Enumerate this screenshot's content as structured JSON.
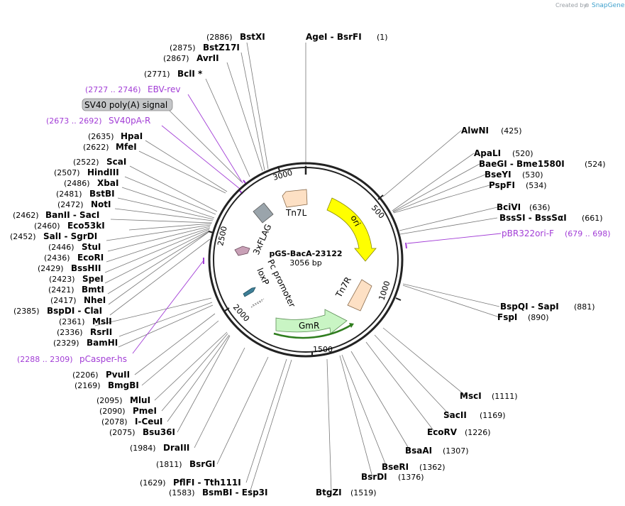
{
  "branding": {
    "created_by": "Created by",
    "app_name": "SnapGene"
  },
  "plasmid": {
    "name": "pGS-BacA-23122",
    "size": "3056 bp"
  },
  "scale_ticks": [
    "500",
    "1000",
    "1500",
    "2000",
    "2500",
    "3000"
  ],
  "features": [
    {
      "label": "Tn7L"
    },
    {
      "label": "ori"
    },
    {
      "label": "Tn7R"
    },
    {
      "label": "GmR"
    },
    {
      "label": "3xFLAG"
    },
    {
      "label": "Pc promoter"
    },
    {
      "label": "loxP"
    }
  ],
  "feature_box_label": "SV40 poly(A) signal",
  "primers": [
    {
      "pos": "(2727 .. 2746)",
      "name": "EBV-rev"
    },
    {
      "pos": "(2673 .. 2692)",
      "name": "SV40pA-R"
    },
    {
      "pos": "(679 .. 698)",
      "name": "pBR322ori-F"
    },
    {
      "pos": "(2288 .. 2309)",
      "name": "pCasper-hs"
    }
  ],
  "sites": [
    {
      "pos": "(2886)",
      "name": "BstXI"
    },
    {
      "pos": "(2875)",
      "name": "BstZ17I"
    },
    {
      "pos": "(2867)",
      "name": "AvrII"
    },
    {
      "pos": "(2771)",
      "name": "BclI *"
    },
    {
      "pos": "(2635)",
      "name": "HpaI"
    },
    {
      "pos": "(2622)",
      "name": "MfeI"
    },
    {
      "pos": "(2522)",
      "name": "ScaI"
    },
    {
      "pos": "(2507)",
      "name": "HindIII"
    },
    {
      "pos": "(2486)",
      "name": "XbaI"
    },
    {
      "pos": "(2481)",
      "name": "BstBI"
    },
    {
      "pos": "(2472)",
      "name": "NotI"
    },
    {
      "pos": "(2462)",
      "name": "BanII  -  SacI"
    },
    {
      "pos": "(2460)",
      "name": "Eco53kI"
    },
    {
      "pos": "(2452)",
      "name": "SalI  -  SgrDI"
    },
    {
      "pos": "(2446)",
      "name": "StuI"
    },
    {
      "pos": "(2436)",
      "name": "EcoRI"
    },
    {
      "pos": "(2429)",
      "name": "BssHII"
    },
    {
      "pos": "(2423)",
      "name": "SpeI"
    },
    {
      "pos": "(2421)",
      "name": "BmtI"
    },
    {
      "pos": "(2417)",
      "name": "NheI"
    },
    {
      "pos": "(2385)",
      "name": "BspDI  -  ClaI"
    },
    {
      "pos": "(2361)",
      "name": "MslI"
    },
    {
      "pos": "(2336)",
      "name": "RsrII"
    },
    {
      "pos": "(2329)",
      "name": "BamHI"
    },
    {
      "pos": "(2206)",
      "name": "PvuII"
    },
    {
      "pos": "(2169)",
      "name": "BmgBI"
    },
    {
      "pos": "(2095)",
      "name": "MluI"
    },
    {
      "pos": "(2090)",
      "name": "PmeI"
    },
    {
      "pos": "(2078)",
      "name": "I-CeuI"
    },
    {
      "pos": "(2075)",
      "name": "Bsu36I"
    },
    {
      "pos": "(1984)",
      "name": "DraIII"
    },
    {
      "pos": "(1811)",
      "name": "BsrGI"
    },
    {
      "pos": "(1629)",
      "name": "PflFI  -  Tth111I"
    },
    {
      "pos": "(1583)",
      "name": "BsmBI  -  Esp3I"
    },
    {
      "pos": "(1519)",
      "name": "BtgZI"
    },
    {
      "pos": "(1376)",
      "name": "BsrDI"
    },
    {
      "pos": "(1362)",
      "name": "BseRI"
    },
    {
      "pos": "(1307)",
      "name": "BsaAI"
    },
    {
      "pos": "(1226)",
      "name": "EcoRV"
    },
    {
      "pos": "(1169)",
      "name": "SacII"
    },
    {
      "pos": "(1111)",
      "name": "MscI"
    },
    {
      "pos": "(890)",
      "name": "FspI"
    },
    {
      "pos": "(881)",
      "name": "BspQI  -  SapI"
    },
    {
      "pos": "(661)",
      "name": "BssSI  -  BssSαI"
    },
    {
      "pos": "(636)",
      "name": "BciVI"
    },
    {
      "pos": "(534)",
      "name": "PspFI"
    },
    {
      "pos": "(530)",
      "name": "BseYI"
    },
    {
      "pos": "(524)",
      "name": "BaeGI  -  Bme1580I"
    },
    {
      "pos": "(520)",
      "name": "ApaLI"
    },
    {
      "pos": "(425)",
      "name": "AlwNI"
    },
    {
      "pos": "(1)",
      "name": "AgeI  -  BsrFI"
    }
  ],
  "colors": {
    "backbone": "#222222",
    "primer": "#a23dd6",
    "ori": "#ffff00",
    "gmr": "#c9f5c4",
    "tn7": "#fde0c4",
    "flag": "#9aa4ab",
    "promoter": "#c8a0b6",
    "loxp": "#3e7f97",
    "leader": "#777777"
  }
}
